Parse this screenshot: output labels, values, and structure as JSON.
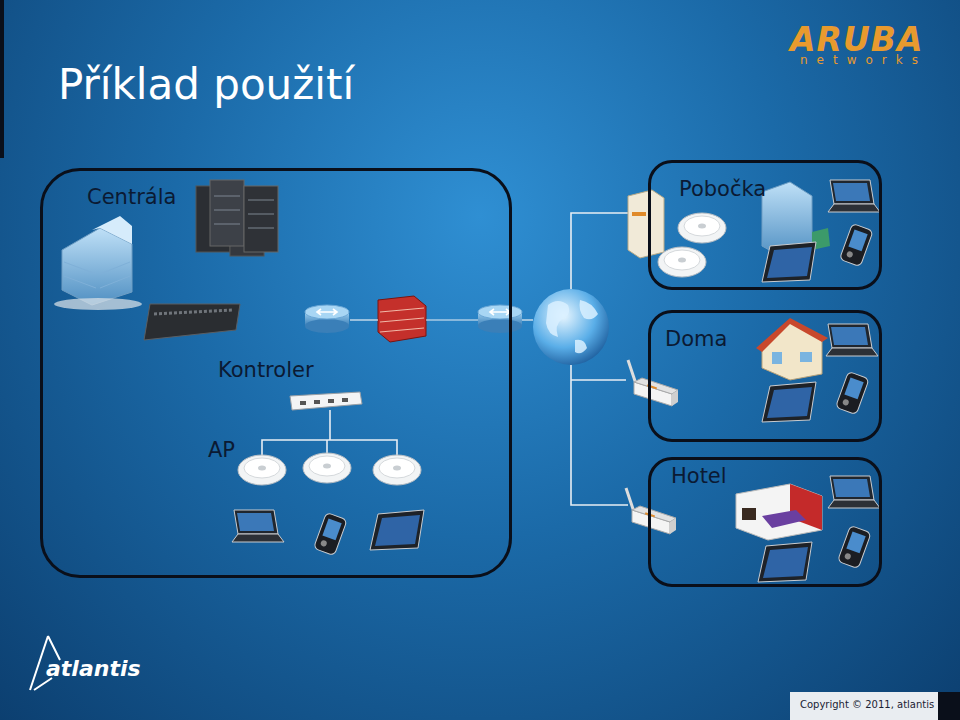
{
  "diagram": {
    "title": "Příklad použití",
    "nodes": [
      {
        "text": [
          "Centrála"
        ]
      },
      {
        "text": [
          "Pobočka"
        ]
      },
      {
        "text": [
          "Doma"
        ]
      },
      {
        "text": [
          "Hotel"
        ]
      }
    ],
    "labels": [
      "Kontroler",
      "AP",
      "ARUBA",
      "networks",
      "atlantis",
      "Copyright © 2011, atlantis"
    ]
  }
}
